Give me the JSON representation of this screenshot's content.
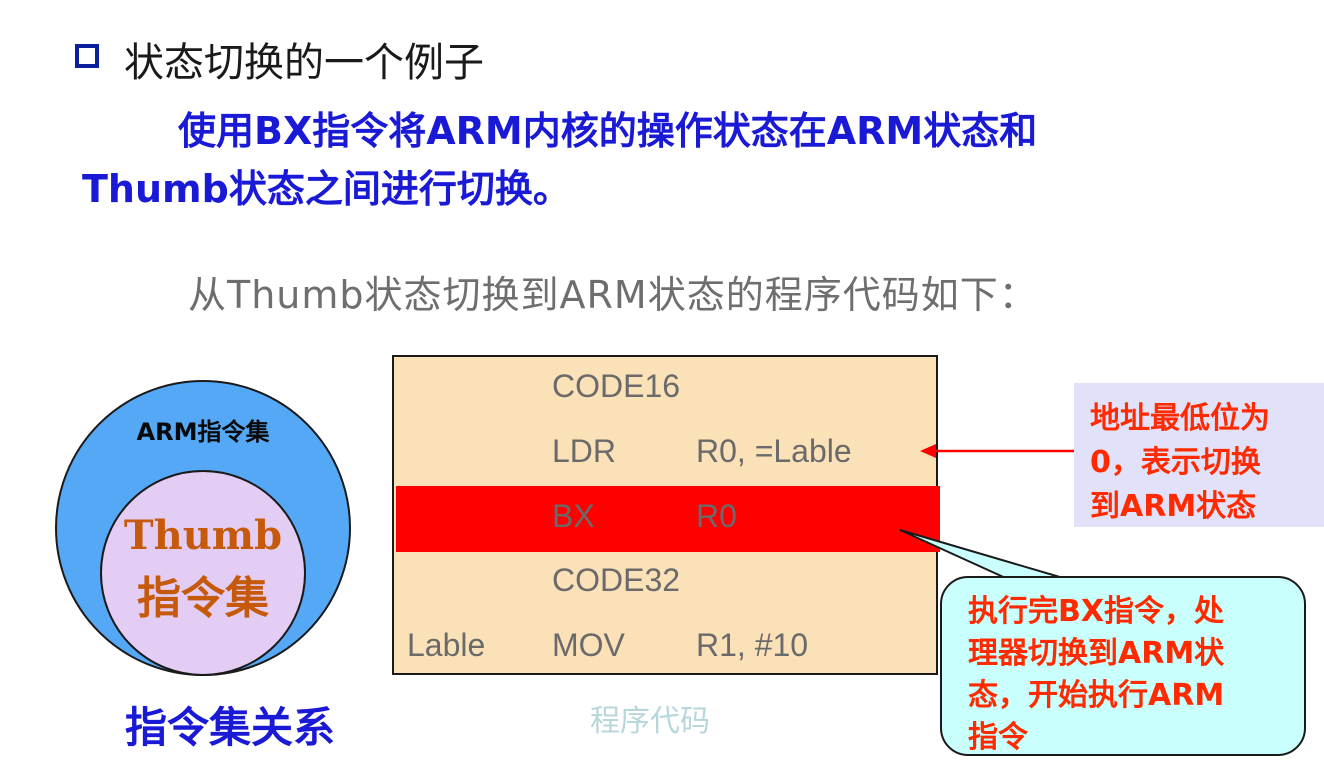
{
  "heading": {
    "bullet_icon": "hollow-square-bullet-icon",
    "text": "状态切换的一个例子"
  },
  "intro": {
    "line1": "使用BX指令将ARM内核的操作状态在ARM状态和",
    "line2": "Thumb状态之间进行切换。"
  },
  "subheading": "从Thumb状态切换到ARM状态的程序代码如下：",
  "venn": {
    "outer_label": "ARM指令集",
    "inner_label_line1": "Thumb",
    "inner_label_line2": "指令集",
    "caption": "指令集关系"
  },
  "code": {
    "lines": [
      {
        "label": "",
        "op": "CODE16",
        "arg": ""
      },
      {
        "label": "",
        "op": "LDR",
        "arg": "R0, =Lable"
      },
      {
        "label": "",
        "op": "BX",
        "arg": "R0"
      },
      {
        "label": "",
        "op": "CODE32",
        "arg": ""
      },
      {
        "label": "Lable",
        "op": "MOV",
        "arg": "R1, #10"
      }
    ],
    "highlight_line": 2,
    "caption": "程序代码"
  },
  "note_address": {
    "lines": [
      "地址最低位为",
      "0，表示切换",
      "到ARM状态"
    ]
  },
  "note_bx": {
    "lines": [
      "执行完BX指令，处",
      "理器切换到ARM状",
      "态，开始执行ARM",
      "指令"
    ]
  },
  "colors": {
    "blue_text": "#1a1ad6",
    "outer_circle": "#55a8f5",
    "inner_circle": "#e4cdf4",
    "code_bg": "#fbe1b7",
    "highlight": "#ff0000",
    "note_text": "#ff2a00",
    "note_bx_bg": "#c9fffc",
    "note_address_bg": "#e1e1fa"
  }
}
